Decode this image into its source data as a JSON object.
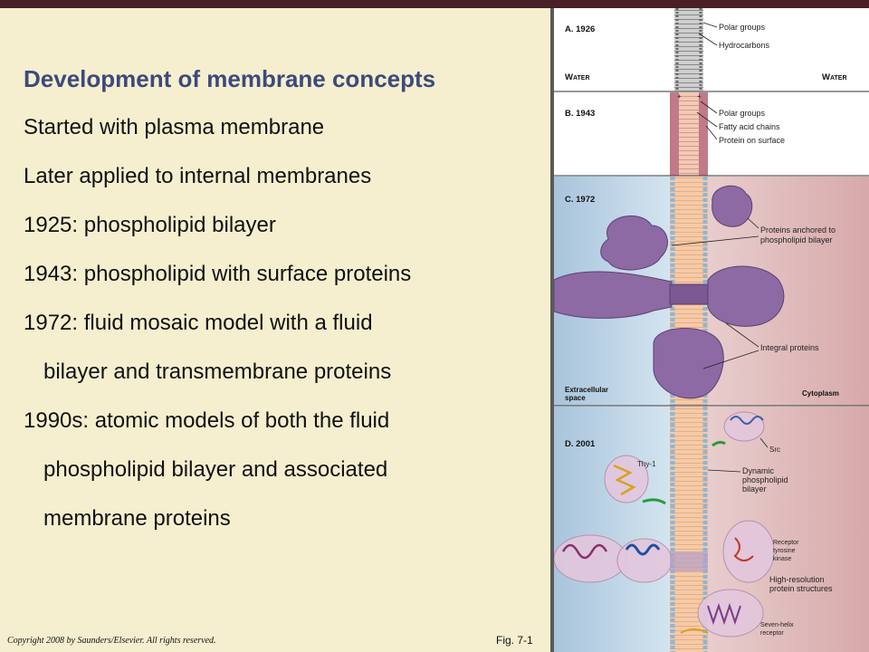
{
  "slide": {
    "title": "Development of membrane concepts",
    "bullets": [
      "Started with plasma membrane",
      "Later applied to internal membranes",
      "1925: phospholipid bilayer",
      "1943: phospholipid with surface proteins",
      "1972: fluid mosaic model with a fluid",
      "bilayer and transmembrane proteins",
      "1990s: atomic models of both the fluid",
      "phospholipid bilayer and associated",
      "membrane proteins"
    ],
    "copyright": "Copyright 2008 by Saunders/Elsevier. All rights reserved.",
    "fig_ref": "Fig. 7-1"
  },
  "figure": {
    "panel_a": {
      "title": "A. 1926",
      "water_left": "Water",
      "water_right": "Water",
      "labels": [
        "Polar groups",
        "Hydrocarbons"
      ]
    },
    "panel_b": {
      "title": "B. 1943",
      "labels": [
        "Polar groups",
        "Fatty acid chains",
        "Protein on surface"
      ]
    },
    "panel_c": {
      "title": "C. 1972",
      "labels": [
        "Proteins anchored to",
        "phospholipid bilayer",
        "Integral proteins"
      ],
      "left_space": [
        "Extracellular",
        "space"
      ],
      "right_space": "Cytoplasm"
    },
    "panel_d": {
      "title": "D. 2001",
      "labels": [
        "Src",
        "Thy-1",
        "Dynamic",
        "phospholipid",
        "bilayer",
        "Receptor",
        "tyrosine",
        "kinase",
        "High-resolution",
        "protein structures",
        "Seven-helix",
        "receptor"
      ]
    }
  },
  "colors": {
    "title": "#3d4a7c",
    "background": "#f5efcf",
    "topbar": "#4a1f26"
  }
}
